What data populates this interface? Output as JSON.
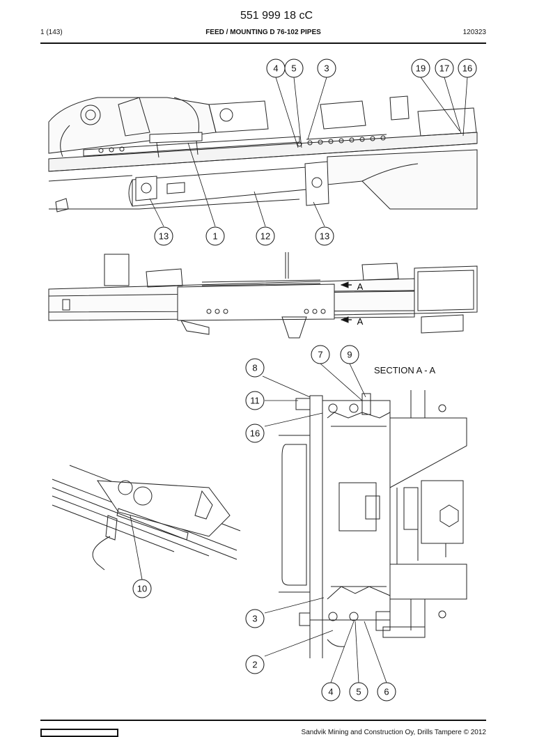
{
  "header": {
    "doc_number": "551 999 18 cC",
    "page": "1 (143)",
    "title": "FEED / MOUNTING D 76-102 PIPES",
    "code": "120323"
  },
  "section": {
    "title": "SECTION A - A",
    "marker": "A"
  },
  "callouts": {
    "top": [
      "4",
      "5",
      "3",
      "19",
      "17",
      "16",
      "13",
      "1",
      "12",
      "13"
    ],
    "detail": [
      "10"
    ],
    "section": [
      "7",
      "9",
      "8",
      "11",
      "16",
      "3",
      "2",
      "4",
      "5",
      "6"
    ]
  },
  "footer": {
    "copyright": "Sandvik Mining and Construction Oy, Drills Tampere © 2012"
  }
}
